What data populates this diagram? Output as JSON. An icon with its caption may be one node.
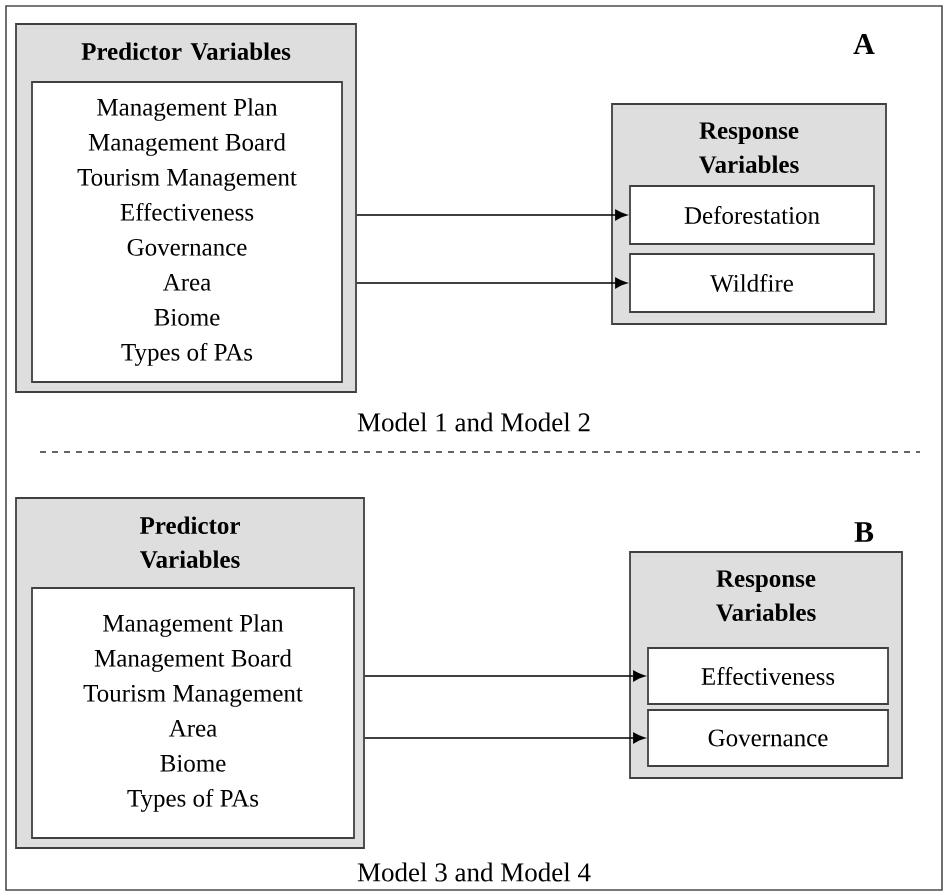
{
  "diagram": {
    "nodes": [
      {
        "text": [
          "Predictor Variables"
        ]
      },
      {
        "text": [
          "Management Plan",
          "Management Board",
          "Tourism Management",
          "Effectiveness",
          "Governance",
          "Area",
          "Biome",
          "Types of PAs"
        ],
        "in": 0
      },
      {
        "text": [
          "Response Variables"
        ]
      },
      {
        "text": [
          "Deforestation"
        ],
        "in": 2
      },
      {
        "text": [
          "Wildfire"
        ],
        "in": 2
      },
      {
        "text": [
          "Predictor Variables"
        ]
      },
      {
        "text": [
          "Management Plan",
          "Management Board",
          "Tourism Management",
          "Area",
          "Biome",
          "Types of PAs"
        ],
        "in": 5
      },
      {
        "text": [
          "Response Variables"
        ]
      },
      {
        "text": [
          "Effectiveness"
        ],
        "in": 7
      },
      {
        "text": [
          "Governance"
        ],
        "in": 7
      }
    ],
    "edges": [
      {
        "from": 0,
        "to": 3,
        "arrow": "to"
      },
      {
        "from": 0,
        "to": 4,
        "arrow": "to"
      },
      {
        "from": 5,
        "to": 8,
        "arrow": "to"
      },
      {
        "from": 5,
        "to": 9,
        "arrow": "to"
      }
    ],
    "labels": [
      "A",
      "Model 1 and Model 2",
      "B",
      "Model 3 and Model 4"
    ]
  }
}
